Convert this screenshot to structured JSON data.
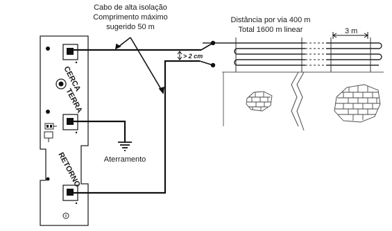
{
  "diagram": {
    "cable_label_line1": "Cabo de alta isolação",
    "cable_label_line2": "Comprimento máximo",
    "cable_label_line3": "sugerido 50 m",
    "distance_line1": "Distância por via 400 m",
    "distance_line2": "Total 1600 m linear",
    "spacing_label": "3 m",
    "gap_label": "> 2 cm",
    "ground_label": "Aterramento",
    "panel_cerca": "CERCA",
    "panel_terra": "TERRA",
    "panel_retorno": "RETORNO"
  }
}
